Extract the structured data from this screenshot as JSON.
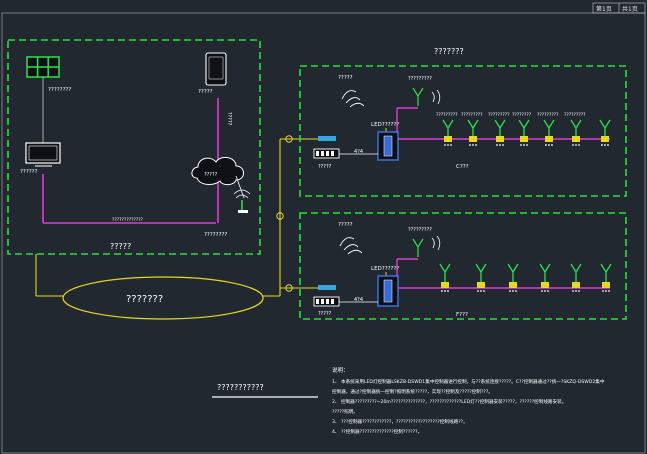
{
  "titlebar": {
    "sheet_label": "第1页",
    "total_label": "共1页"
  },
  "left_panel": {
    "pc_label": "????????",
    "monitor_label": "??????",
    "phone_label": "?????",
    "cloud_label": "?????",
    "cable_label": "?????",
    "bus_text": "?????????????",
    "router_label": "????????",
    "title": "?????"
  },
  "top_panel": {
    "title": "???????",
    "dish_label": "?????",
    "antenna_label": "?????????",
    "module_label": "LED??????",
    "ctrl_label": "?????",
    "cable_label": "4?4",
    "floor_label": "C???",
    "node_labels": [
      "?????????",
      "?????????",
      "?????????",
      "????????",
      "?????????",
      "?????????"
    ]
  },
  "bottom_panel": {
    "dish_label": "?????",
    "antenna_label": "?????????",
    "module_label": "LED??????",
    "ctrl_label": "?????",
    "cable_label": "4?4",
    "floor_label": "F???"
  },
  "ellipse_label": "???????",
  "legend_title": "???????????",
  "notes": {
    "heading": "说明：",
    "lines": [
      "1、 本系统采用LED灯控制器LSKZB-DSWD1集中控制器进行控制，与??系统连接?????。C??控制器通过??统一?SKZQ-DSWD2集中",
      "     控制器，通过?控制器统一控制?照明系统?????，实现??控制及?????控制???。",
      "2、 控制器?????????~20m??????????????，?????????????LED灯??控制器安装?????，??????控制线路安装。",
      "     ?????照明。",
      "3、 ???控制器????????????，??????????????????控制线路??。",
      "4、 ??控制器??????????????控制??????。"
    ]
  }
}
